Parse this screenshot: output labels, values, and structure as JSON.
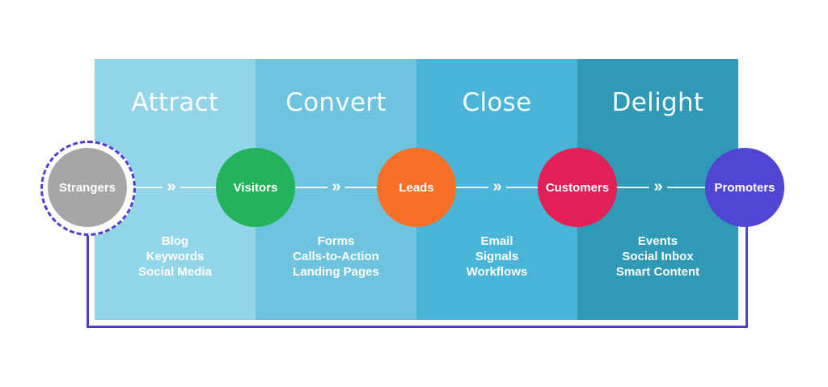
{
  "diagram": {
    "type": "inbound-marketing-methodology",
    "stages": [
      {
        "title": "Attract",
        "color": "#93d5e8",
        "items": [
          "Blog",
          "Keywords",
          "Social Media"
        ]
      },
      {
        "title": "Convert",
        "color": "#6ec4df",
        "items": [
          "Forms",
          "Calls-to-Action",
          "Landing Pages"
        ]
      },
      {
        "title": "Close",
        "color": "#4ab5d8",
        "items": [
          "Email",
          "Signals",
          "Workflows"
        ]
      },
      {
        "title": "Delight",
        "color": "#3099b5",
        "items": [
          "Events",
          "Social Inbox",
          "Smart Content"
        ]
      }
    ],
    "nodes": [
      {
        "label": "Strangers",
        "color": "#a6a6a6"
      },
      {
        "label": "Visitors",
        "color": "#22b35b"
      },
      {
        "label": "Leads",
        "color": "#f77028"
      },
      {
        "label": "Customers",
        "color": "#e02056"
      },
      {
        "label": "Promoters",
        "color": "#5146d4"
      }
    ],
    "arrow_glyph": "»",
    "loop_color": "#4f3fd0"
  }
}
